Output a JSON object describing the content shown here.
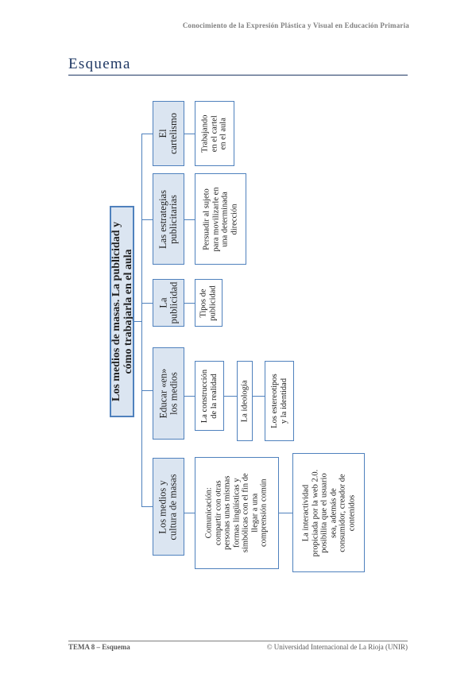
{
  "header": {
    "title": "Conocimiento de la Expresión Plástica y Visual en Educación Primaria"
  },
  "section": {
    "title": "Esquema"
  },
  "diagram": {
    "root": "Los medios de masas. La publicidad y\ncómo trabajarla en el aula",
    "branches": [
      {
        "label": "El\ncartelismo",
        "children": [
          "Trabajando\nen el cartel\nen el aula"
        ]
      },
      {
        "label": "Las estrategias\npublicitarias",
        "children": [
          "Persuadir al sujeto\npara movilizarle en\nuna determinada\ndirección"
        ]
      },
      {
        "label": "La\npublicidad",
        "children": [
          "Tipos de\npublicidad"
        ]
      },
      {
        "label": "Educar «en»\nlos medios",
        "children": [
          "La construcción\nde la realidad",
          "La ideología",
          "Los estereotipos\ny la identidad"
        ]
      },
      {
        "label": "Los medios y\ncultura de masas",
        "children": [
          "Comunicación:\ncompartir con otras\npersonas unas mismas\nformas lingüísticas y\nsimbólicas con el fin de\nllegar a una\ncomprensión común",
          "La interactividad\npropiciada por la web 2.0.\nposibilita que el usuario\nsea, además de\nconsumidor, creador de\ncontenidos"
        ]
      }
    ]
  },
  "footer": {
    "left": "TEMA 8 – Esquema",
    "right": "© Universidad Internacional de La Rioja (UNIR)"
  }
}
